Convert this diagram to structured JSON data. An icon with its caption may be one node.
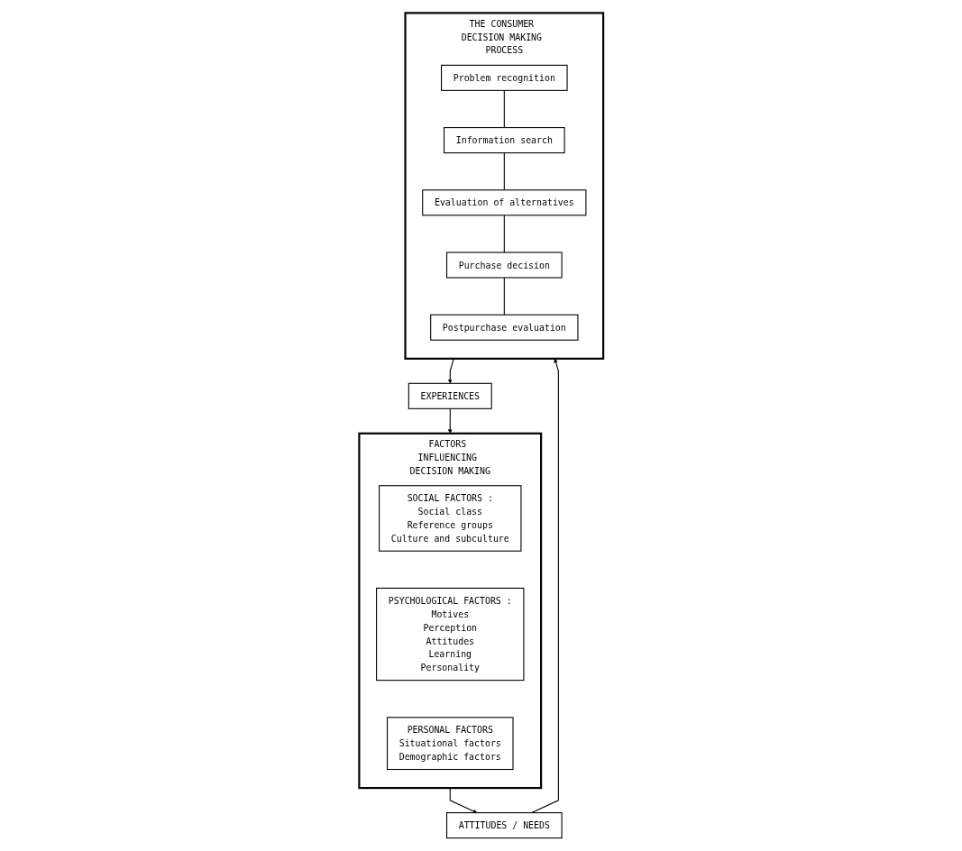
{
  "diagram": {
    "nodes": [
      {
        "text": [
          "ATTITUDES / NEEDS"
        ]
      },
      {
        "text": [
          "FACTORS INFLUENCING DECISION MAKING"
        ]
      },
      {
        "text": [
          "SOCIAL FACTORS :",
          "Social class",
          "Reference groups",
          "Culture and subculture"
        ],
        "in": 1
      },
      {
        "text": [
          "PSYCHOLOGICAL FACTORS :",
          "Motives",
          "Perception",
          "Attitudes",
          "Learning",
          "Personality"
        ],
        "in": 1
      },
      {
        "text": [
          "PERSONAL FACTORS",
          "Situational factors",
          "Demographic factors"
        ],
        "in": 1
      },
      {
        "text": [
          "THE CONSUMER DECISION MAKING PROCESS"
        ]
      },
      {
        "text": [
          "Problem recognition"
        ],
        "in": 5
      },
      {
        "text": [
          "Information search"
        ],
        "in": 5
      },
      {
        "text": [
          "Evaluation of alternatives"
        ],
        "in": 5
      },
      {
        "text": [
          "Purchase decision"
        ],
        "in": 5
      },
      {
        "text": [
          "Postpurchase evaluation"
        ],
        "in": 5
      },
      {
        "text": [
          "EXPERIENCES"
        ]
      }
    ],
    "edges": [
      {
        "from": 1,
        "to": 0,
        "arrow": "to"
      },
      {
        "from": 0,
        "to": 5,
        "arrow": "to"
      },
      {
        "from": 6,
        "to": 7,
        "arrow": "none"
      },
      {
        "from": 7,
        "to": 8,
        "arrow": "none"
      },
      {
        "from": 8,
        "to": 9,
        "arrow": "none"
      },
      {
        "from": 9,
        "to": 10,
        "arrow": "none"
      },
      {
        "from": 5,
        "to": 11,
        "arrow": "to"
      },
      {
        "from": 11,
        "to": 1,
        "arrow": "to"
      }
    ]
  }
}
